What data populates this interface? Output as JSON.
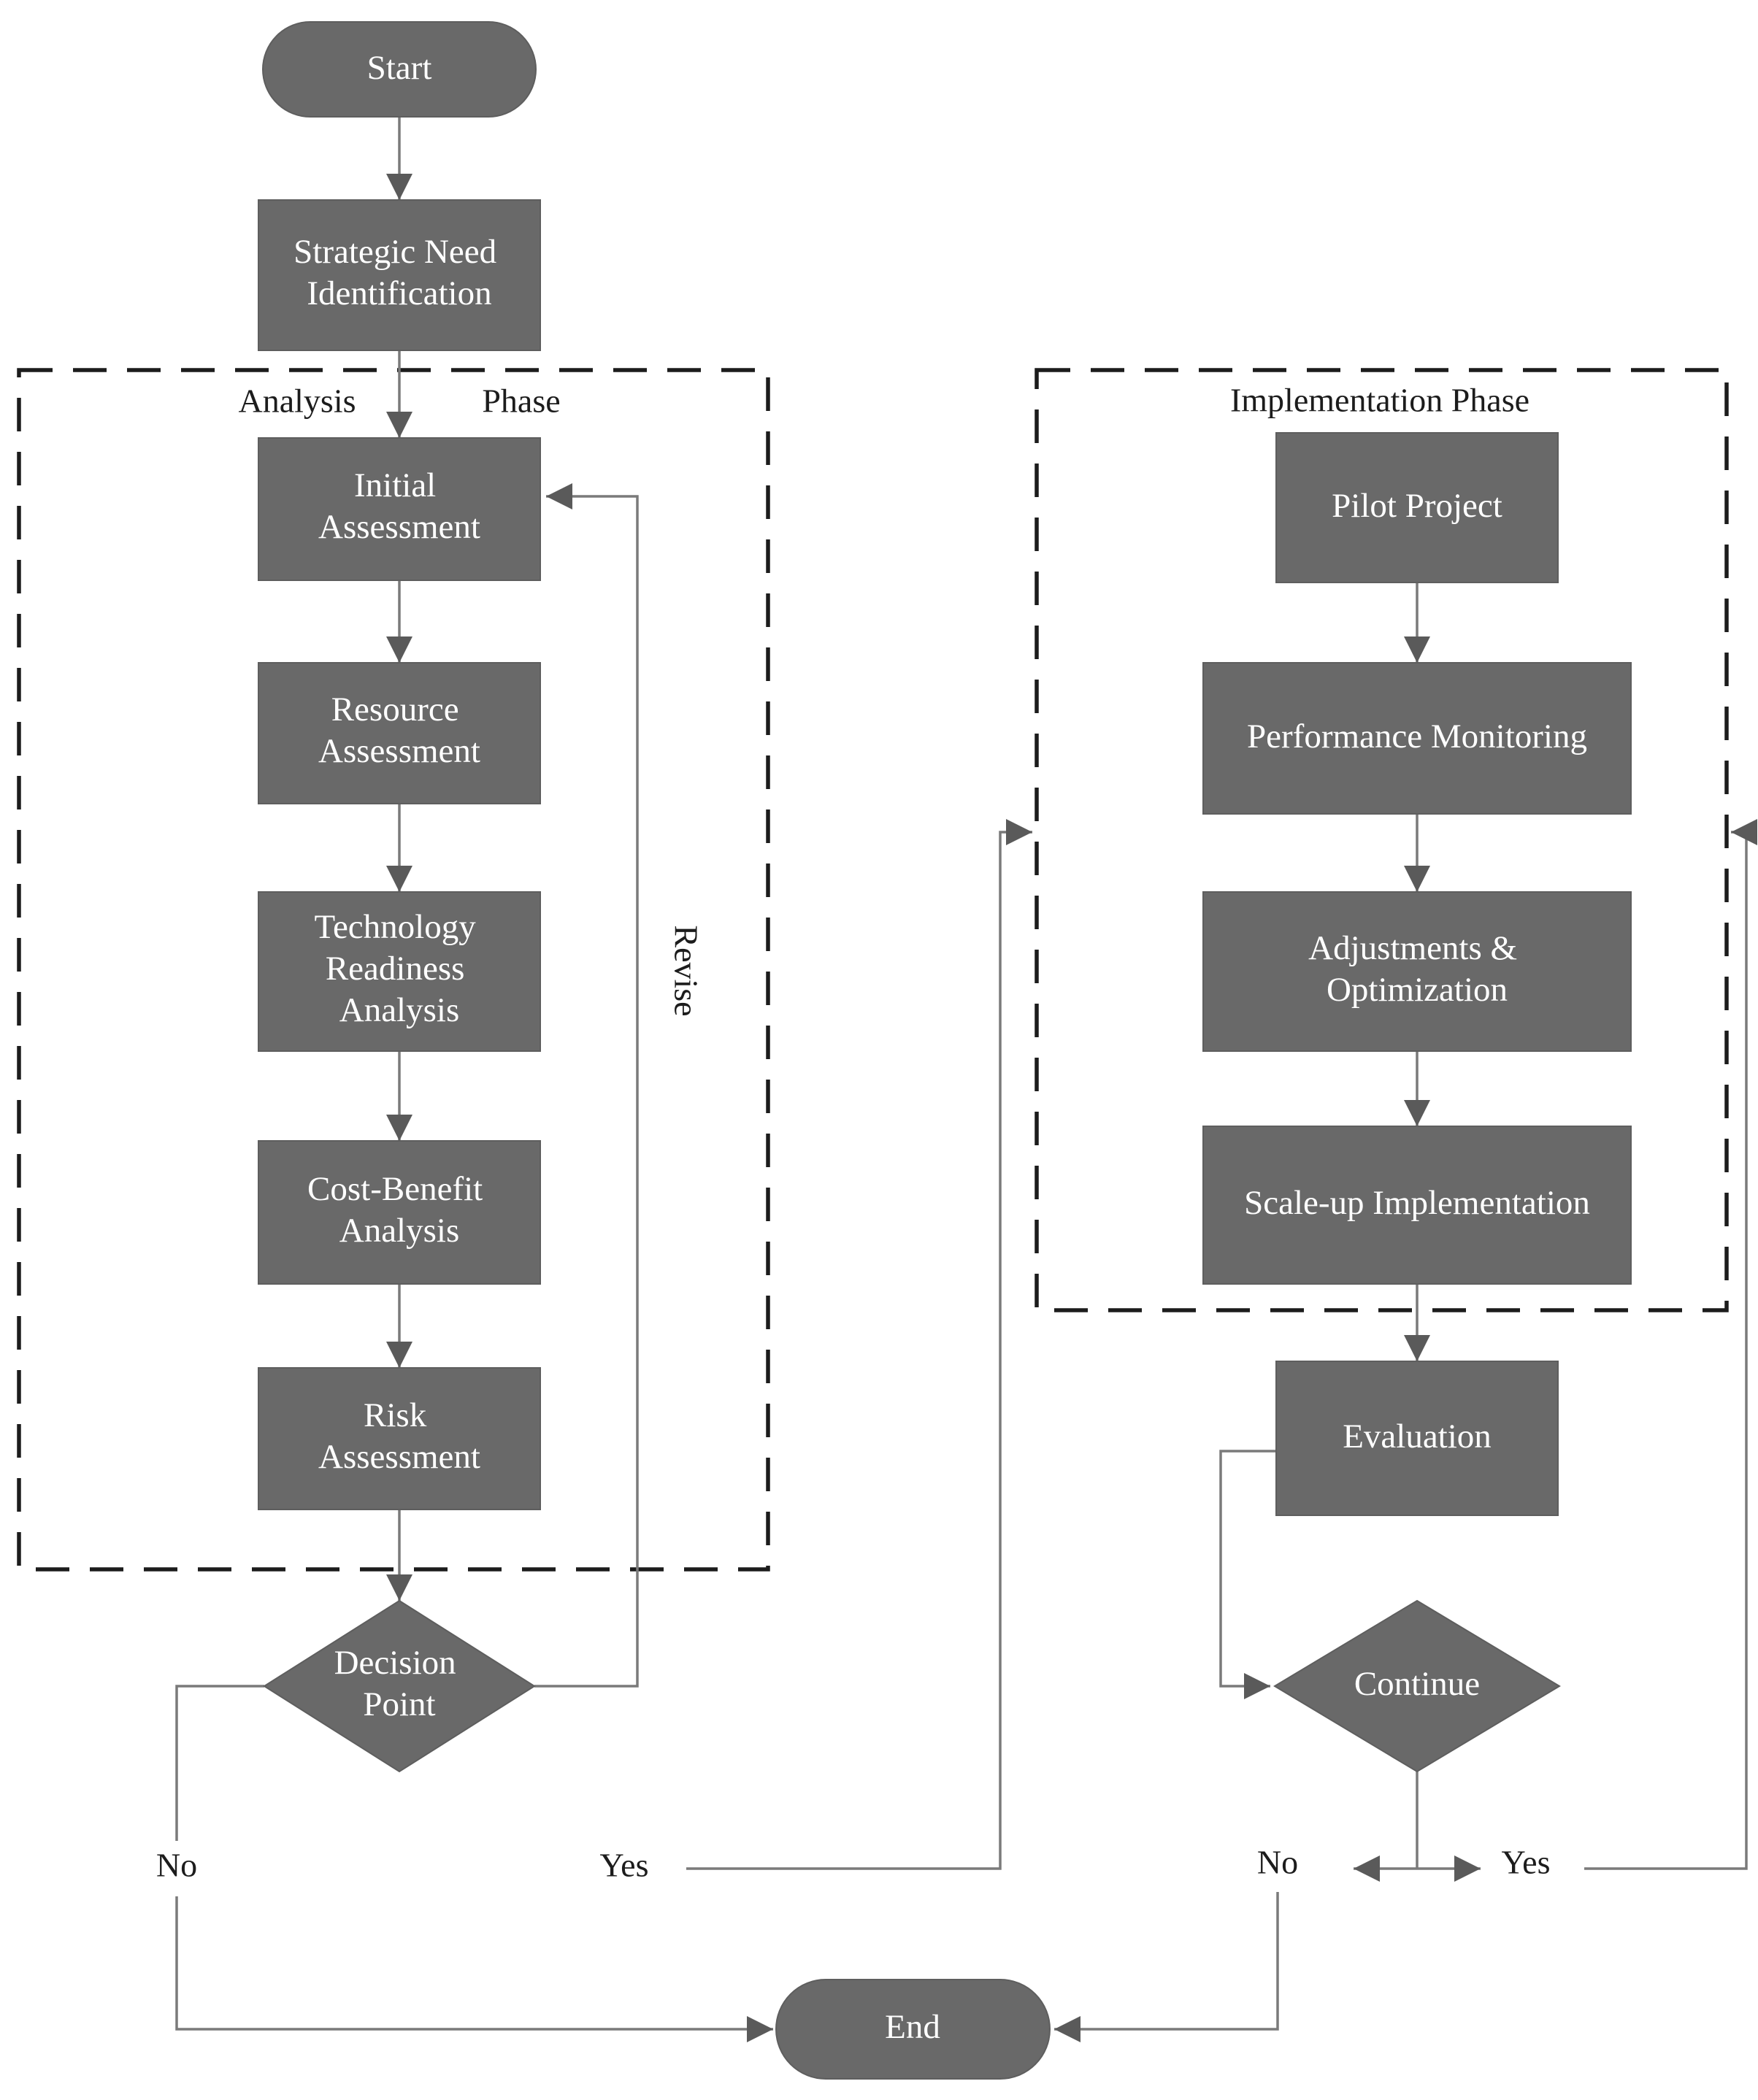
{
  "colors": {
    "background": "#ffffff",
    "node_fill": "#696969",
    "node_border": "#5e5e5e",
    "node_text": "#ffffff",
    "connector": "#7a7a7a",
    "arrowhead": "#5a5a5a",
    "phase_border_dashed": "#1c1c1c",
    "label_text": "#1c1c1c"
  },
  "nodes": {
    "start": {
      "label": "Start"
    },
    "strategic_need": {
      "lines": [
        "Strategic Need",
        "Identification"
      ]
    },
    "initial_assessment": {
      "lines": [
        "Initial",
        "Assessment"
      ]
    },
    "resource_assessment": {
      "lines": [
        "Resource",
        "Assessment"
      ]
    },
    "technology_readiness": {
      "lines": [
        "Technology",
        "Readiness",
        "Analysis"
      ]
    },
    "cost_benefit": {
      "lines": [
        "Cost-Benefit",
        "Analysis"
      ]
    },
    "risk_assessment": {
      "lines": [
        "Risk",
        "Assessment"
      ]
    },
    "decision_point": {
      "lines": [
        "Decision",
        "Point"
      ]
    },
    "pilot_project": {
      "label": "Pilot Project"
    },
    "performance_monitoring": {
      "label": "Performance Monitoring"
    },
    "adjustments_optimization": {
      "lines": [
        "Adjustments &",
        "Optimization"
      ]
    },
    "scale_up_implementation": {
      "label": "Scale-up Implementation"
    },
    "evaluation": {
      "label": "Evaluation"
    },
    "continue_decision": {
      "label": "Continue"
    },
    "end": {
      "label": "End"
    }
  },
  "phases": {
    "analysis": {
      "label_left": "Analysis",
      "label_right": "Phase"
    },
    "implementation": {
      "label": "Implementation Phase"
    }
  },
  "edge_labels": {
    "revise": "Revise",
    "decision_no": "No",
    "decision_yes": "Yes",
    "continue_no": "No",
    "continue_yes": "Yes"
  }
}
